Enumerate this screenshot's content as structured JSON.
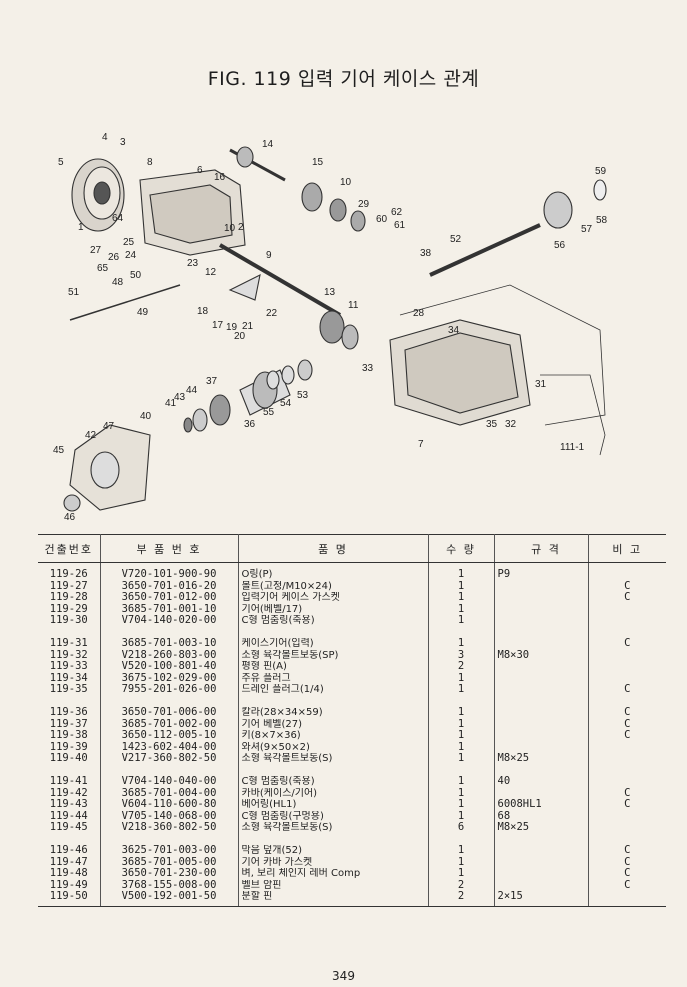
{
  "figure_title": "FIG. 119 입력 기어 케이스 관계",
  "page_number": "349",
  "table": {
    "headers": [
      "건출번호",
      "부 품 번 호",
      "품 명",
      "수 량",
      "규 격",
      "비 고"
    ],
    "groups": [
      [
        [
          "119-26",
          "V720-101-900-90",
          "O링(P)",
          "1",
          "P9",
          ""
        ],
        [
          "119-27",
          "3650-701-016-20",
          "볼트(고정/M10×24)",
          "1",
          "",
          "C"
        ],
        [
          "119-28",
          "3650-701-012-00",
          "입력기어 케이스 가스켓",
          "1",
          "",
          "C"
        ],
        [
          "119-29",
          "3685-701-001-10",
          "기어(베벨/17)",
          "1",
          "",
          ""
        ],
        [
          "119-30",
          "V704-140-020-00",
          "C형 멈춤링(축용)",
          "1",
          "",
          ""
        ]
      ],
      [
        [
          "119-31",
          "3685-701-003-10",
          "케이스기어(입력)",
          "1",
          "",
          "C"
        ],
        [
          "119-32",
          "V218-260-803-00",
          "소형 육각볼트보동(SP)",
          "3",
          "M8×30",
          ""
        ],
        [
          "119-33",
          "V520-100-801-40",
          "평형 핀(A)",
          "2",
          "",
          ""
        ],
        [
          "119-34",
          "3675-102-029-00",
          "주유 플러그",
          "1",
          "",
          ""
        ],
        [
          "119-35",
          "7955-201-026-00",
          "드레인 플러그(1/4)",
          "1",
          "",
          "C"
        ]
      ],
      [
        [
          "119-36",
          "3650-701-006-00",
          "칼라(28×34×59)",
          "1",
          "",
          "C"
        ],
        [
          "119-37",
          "3685-701-002-00",
          "기어 베벨(27)",
          "1",
          "",
          "C"
        ],
        [
          "119-38",
          "3650-112-005-10",
          "키(8×7×36)",
          "1",
          "",
          "C"
        ],
        [
          "119-39",
          "1423-602-404-00",
          "와셔(9×50×2)",
          "1",
          "",
          ""
        ],
        [
          "119-40",
          "V217-360-802-50",
          "소형 육각볼트보동(S)",
          "1",
          "M8×25",
          ""
        ]
      ],
      [
        [
          "119-41",
          "V704-140-040-00",
          "C형 멈춤링(축용)",
          "1",
          "40",
          ""
        ],
        [
          "119-42",
          "3685-701-004-00",
          "카바(케이스/기어)",
          "1",
          "",
          "C"
        ],
        [
          "119-43",
          "V604-110-600-80",
          "베어링(HL1)",
          "1",
          "6008HL1",
          "C"
        ],
        [
          "119-44",
          "V705-140-068-00",
          "C형 멈춤링(구멍용)",
          "1",
          "68",
          ""
        ],
        [
          "119-45",
          "V218-360-802-50",
          "소형 육각볼트보동(S)",
          "6",
          "M8×25",
          ""
        ]
      ],
      [
        [
          "119-46",
          "3625-701-003-00",
          "막음 덮개(52)",
          "1",
          "",
          "C"
        ],
        [
          "119-47",
          "3685-701-005-00",
          "기어 카바 가스켓",
          "1",
          "",
          "C"
        ],
        [
          "119-48",
          "3650-701-230-00",
          "벼, 보리 체인지 레버 Comp",
          "1",
          "",
          "C"
        ],
        [
          "119-49",
          "3768-155-008-00",
          "벨브 암핀",
          "2",
          "",
          "C"
        ],
        [
          "119-50",
          "V500-192-001-50",
          "분할 핀",
          "2",
          "2×15",
          ""
        ]
      ]
    ]
  },
  "diagram_labels": [
    "1",
    "2",
    "3",
    "4",
    "5",
    "6",
    "7",
    "8",
    "9",
    "10",
    "10",
    "11",
    "12",
    "13",
    "14",
    "15",
    "16",
    "17",
    "18",
    "19",
    "20",
    "21",
    "22",
    "23",
    "24",
    "25",
    "26",
    "27",
    "28",
    "29",
    "31",
    "32",
    "33",
    "34",
    "35",
    "36",
    "37",
    "38",
    "40",
    "41",
    "42",
    "43",
    "44",
    "45",
    "46",
    "47",
    "48",
    "49",
    "50",
    "51",
    "52",
    "53",
    "54",
    "55",
    "56",
    "57",
    "58",
    "59",
    "60",
    "61",
    "62",
    "64",
    "65",
    "111-1"
  ]
}
